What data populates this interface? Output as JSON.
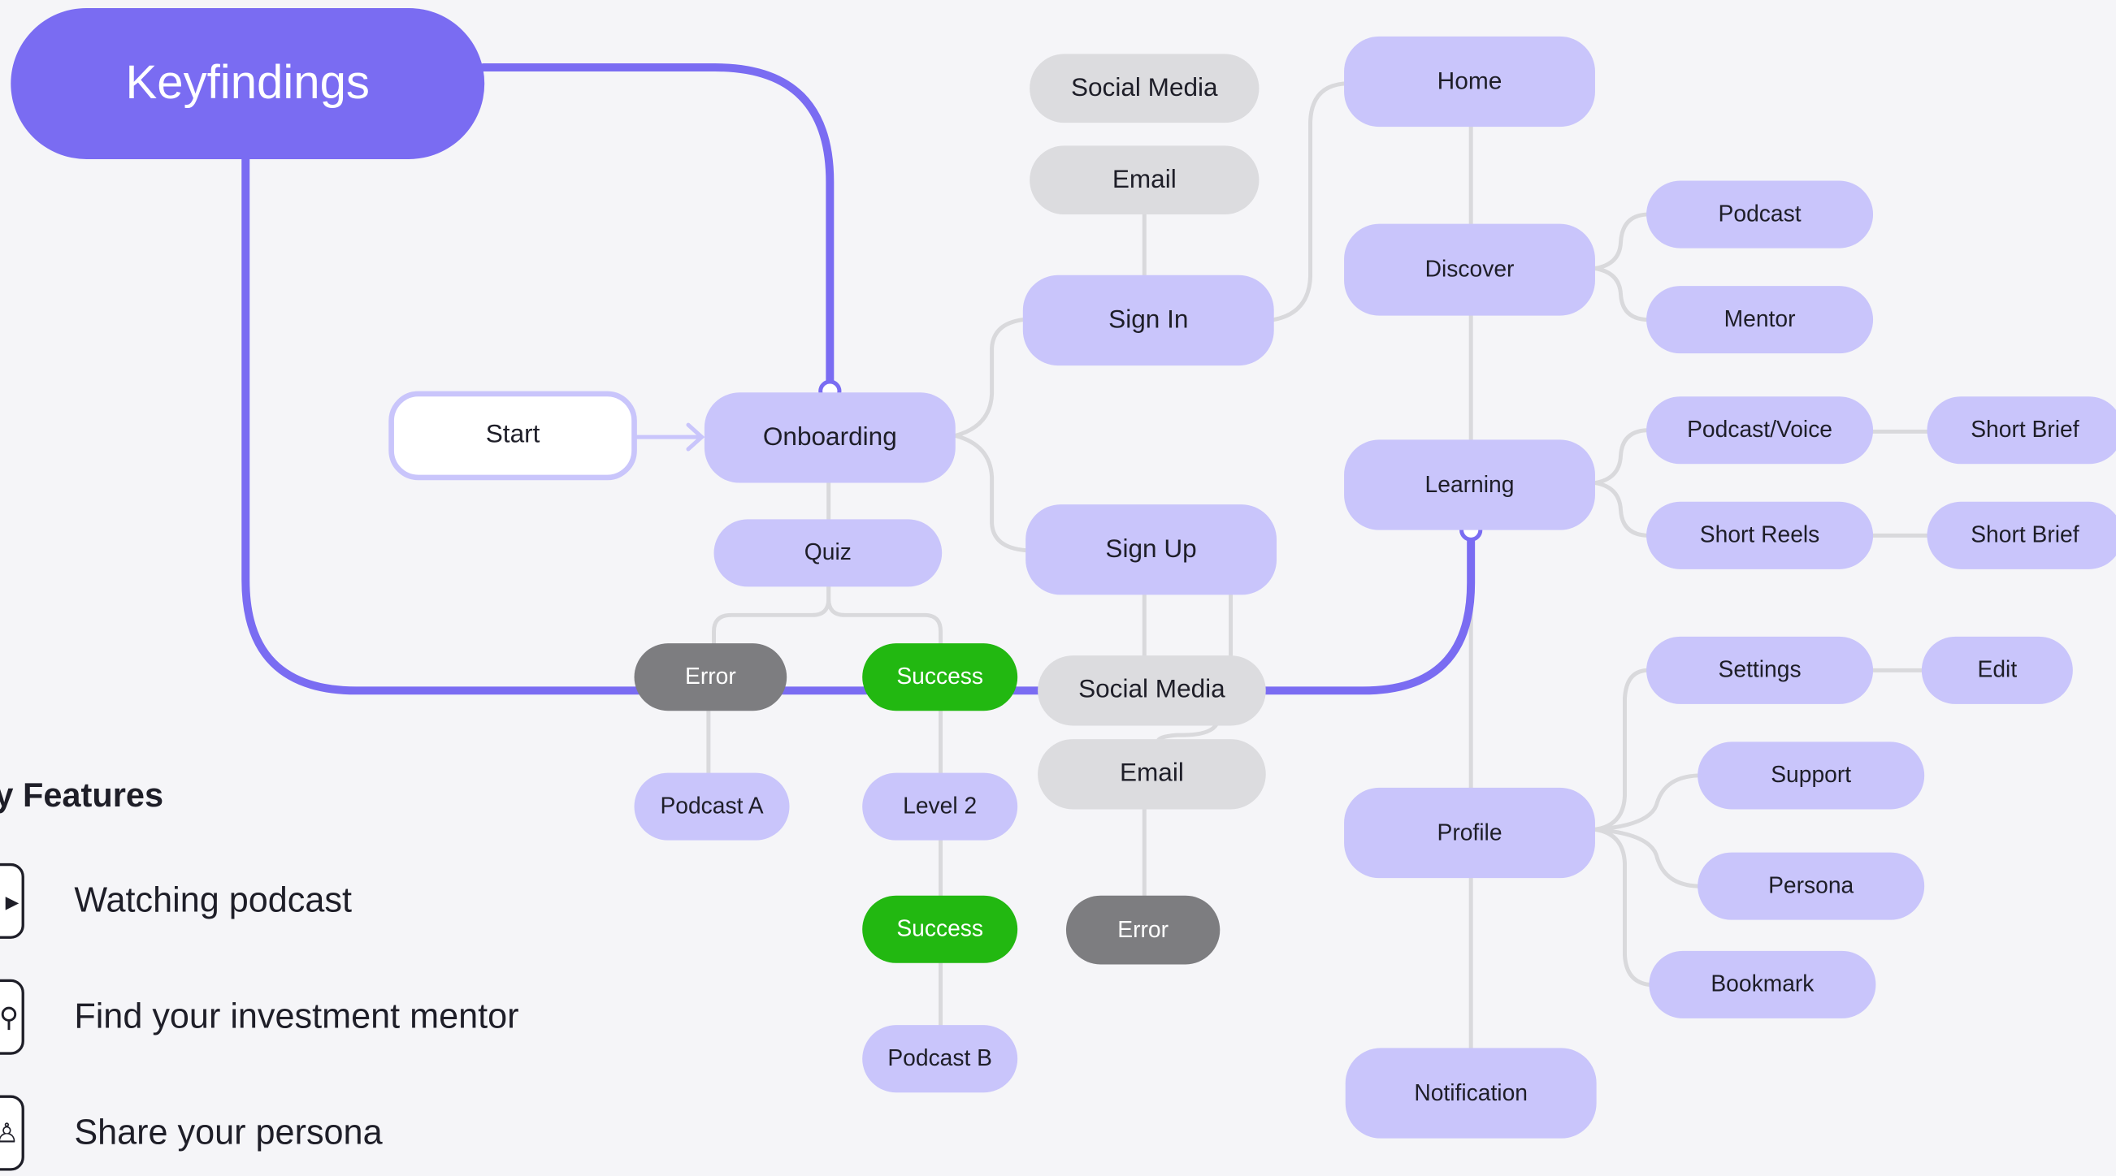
{
  "hero": {
    "label": "Keyfindings"
  },
  "nodes": {
    "start": "Start",
    "onboarding": "Onboarding",
    "quiz": "Quiz",
    "error1": "Error",
    "success1": "Success",
    "podcast_a": "Podcast A",
    "level2": "Level 2",
    "success2": "Success",
    "podcast_b": "Podcast B",
    "social_media_top": "Social Media",
    "email_top": "Email",
    "sign_in": "Sign In",
    "sign_up": "Sign Up",
    "social_media_bottom": "Social Media",
    "email_bottom": "Email",
    "error2": "Error",
    "home": "Home",
    "discover": "Discover",
    "podcast": "Podcast",
    "mentor": "Mentor",
    "learning": "Learning",
    "podcast_voice": "Podcast/Voice",
    "short_brief_1": "Short Brief",
    "short_reels": "Short Reels",
    "short_brief_2": "Short Brief",
    "settings": "Settings",
    "edit": "Edit",
    "profile": "Profile",
    "support": "Support",
    "persona": "Persona",
    "bookmark": "Bookmark",
    "notification": "Notification"
  },
  "features": {
    "title": "y Features",
    "items": [
      {
        "label": "Watching podcast",
        "icon": "play-icon"
      },
      {
        "label": "Find your investment mentor",
        "icon": "search-icon"
      },
      {
        "label": "Share your persona",
        "icon": "user-icon"
      }
    ]
  },
  "colors": {
    "accent": "#7a6cf2",
    "node_purple": "#c9c5fb",
    "node_grey": "#dcdcdf",
    "success_green": "#22b811",
    "error_grey": "#7d7d80",
    "connector": "#d9d9dc",
    "background": "#f5f5f8"
  }
}
